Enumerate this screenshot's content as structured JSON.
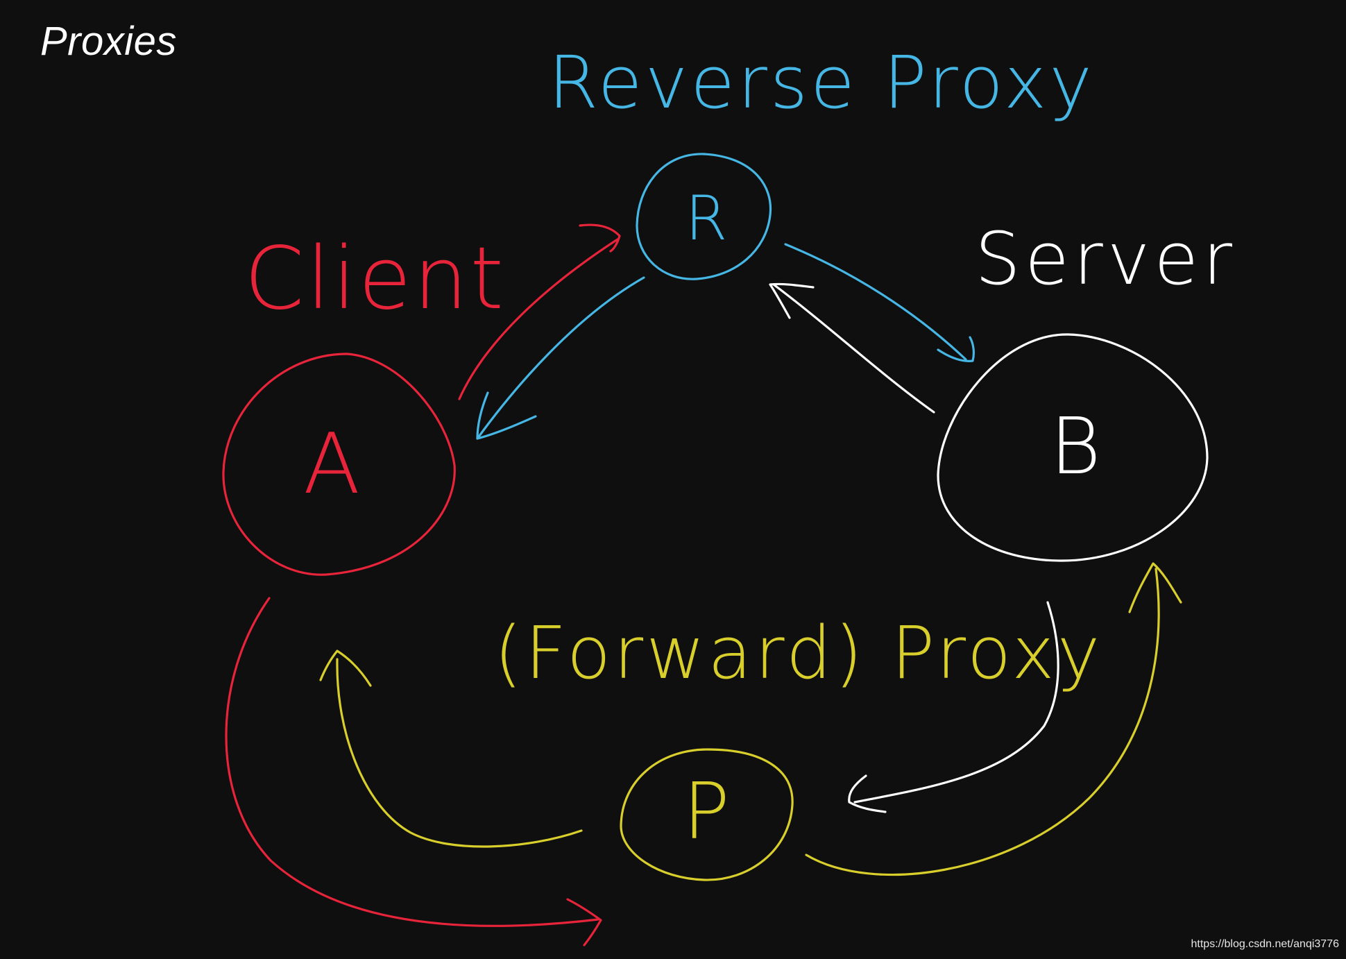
{
  "title": "Proxies",
  "colors": {
    "background": "#0f0f0f",
    "client": "#e8243b",
    "reverse_proxy": "#46b6e4",
    "server": "#ffffff",
    "forward_proxy": "#d9cf2c"
  },
  "labels": {
    "reverse_proxy": "Reverse Proxy",
    "client": "Client",
    "server": "Server",
    "forward_proxy": "(Forward) Proxy"
  },
  "nodes": {
    "reverse": "R",
    "client": "A",
    "server": "B",
    "forward": "P"
  },
  "watermark": "https://blog.csdn.net/anqi3776"
}
